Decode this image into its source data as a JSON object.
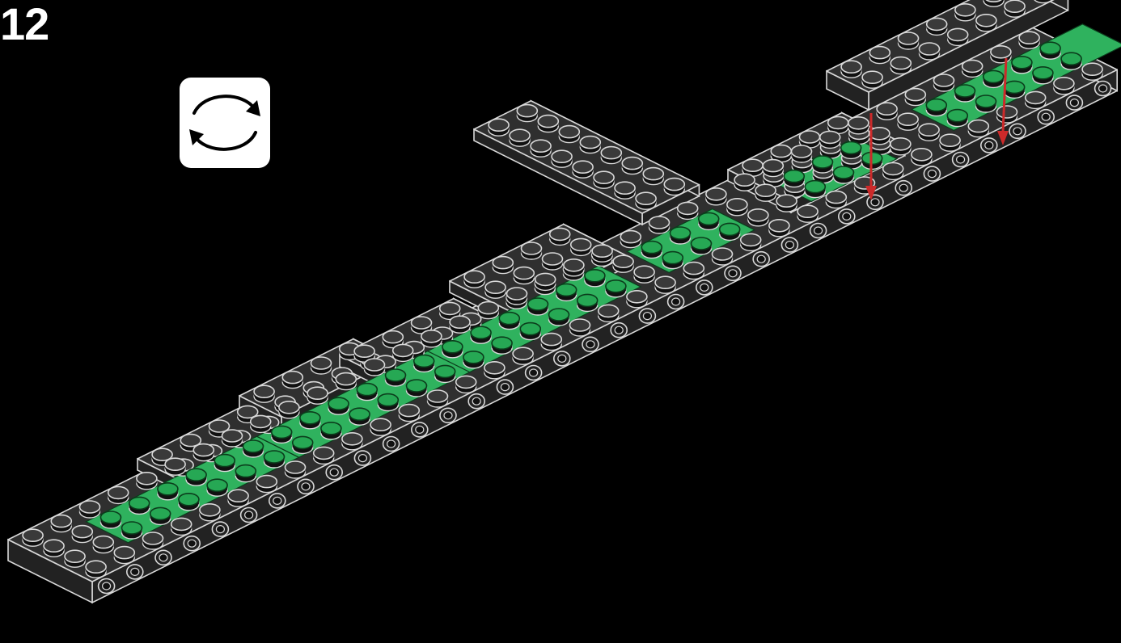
{
  "step": {
    "number": "12"
  },
  "callout": {
    "icon": "rotate-model-icon"
  },
  "colors": {
    "background": "#000000",
    "plate_top": "#2f2f2f",
    "plate_edge": "#222222",
    "outline": "#d9d9d9",
    "stud": "#3a3a3a",
    "green_plate": "#2fb25e",
    "green_stud": "#26a854",
    "arrow": "#cc2a2a"
  },
  "parts": {
    "new_part": "plate-2x8-dark-gray",
    "arrow_count": 2
  }
}
